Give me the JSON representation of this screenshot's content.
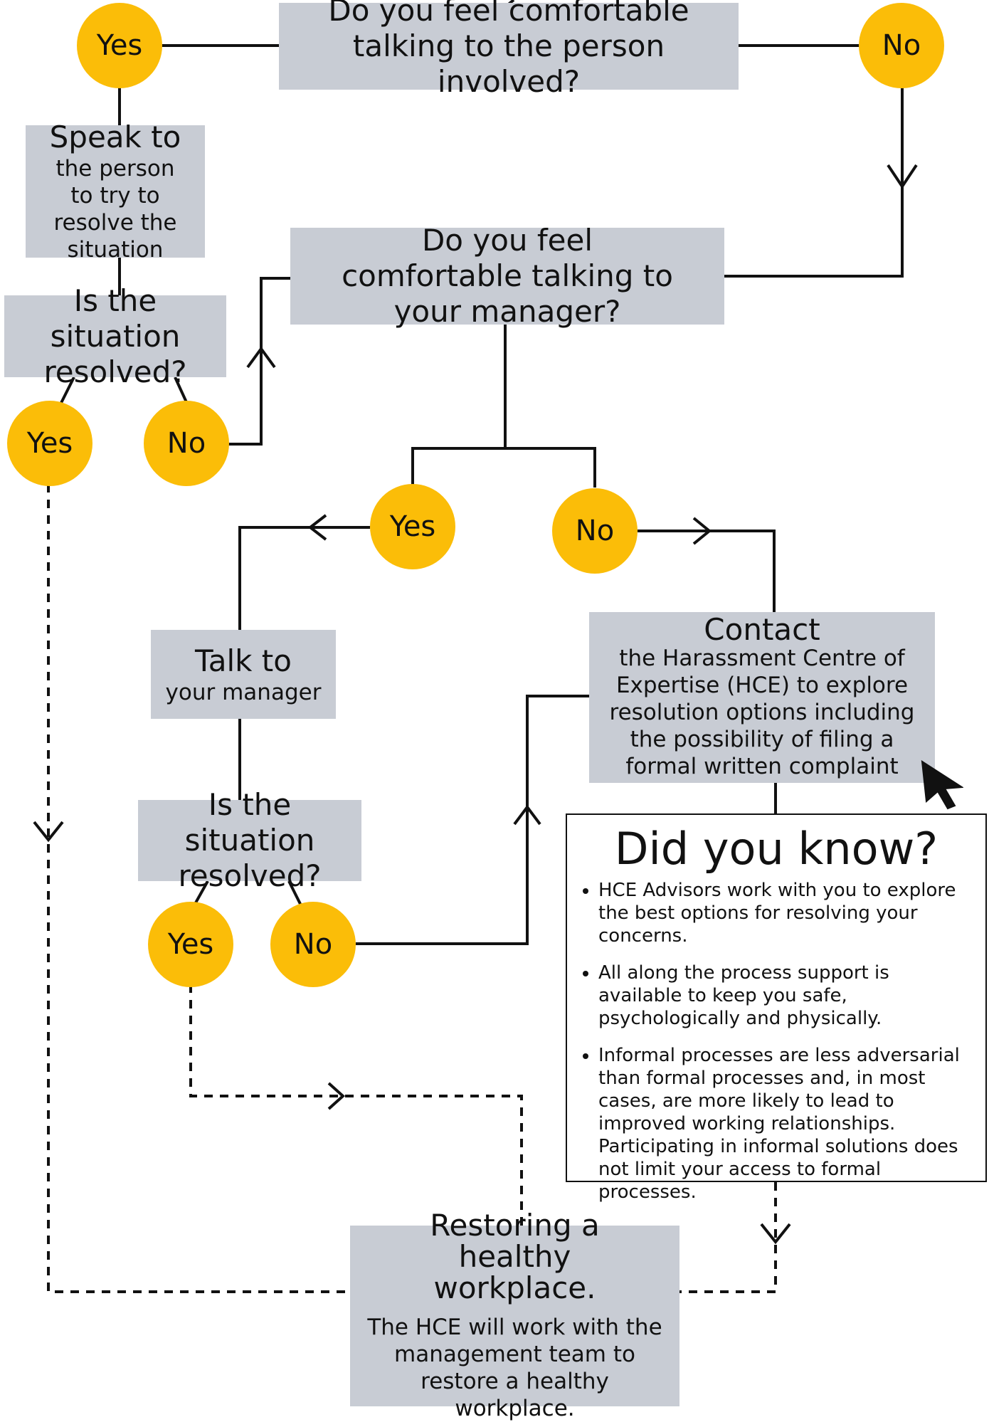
{
  "q1": {
    "text": "Do you feel comfortable talking to the person involved?"
  },
  "q1_yes": "Yes",
  "q1_no": "No",
  "speak": {
    "title": "Speak to",
    "body": "the person to try to resolve the situation"
  },
  "resolved1": {
    "text": "Is the situation resolved?"
  },
  "r1_yes": "Yes",
  "r1_no": "No",
  "q2": {
    "text": "Do you feel comfortable talking to your manager?"
  },
  "q2_yes": "Yes",
  "q2_no": "No",
  "talk": {
    "title": "Talk to",
    "body": "your manager"
  },
  "resolved2": {
    "text": "Is the situation resolved?"
  },
  "r2_yes": "Yes",
  "r2_no": "No",
  "contact": {
    "title": "Contact",
    "body": "the Harassment Centre of Expertise (HCE) to explore resolution options including the possibility of filing a formal written complaint"
  },
  "did_you_know": {
    "title": "Did you know?",
    "items": [
      "HCE Advisors work with you to explore the best options for resolving your concerns.",
      "All along the process support is available to keep you safe, psychologically and physically.",
      "Informal processes are less adversarial than formal processes and, in most cases, are more likely to lead to improved working relationships. Participating in informal solutions does not limit your access to formal processes."
    ]
  },
  "restore": {
    "title": "Restoring a healthy workplace.",
    "body": "The HCE will work with the management team to restore a healthy workplace."
  },
  "colors": {
    "box": "#c8ccd4",
    "circle": "#fbbd08",
    "line": "#111111"
  },
  "icons": [
    "cursor-arrow-icon"
  ]
}
